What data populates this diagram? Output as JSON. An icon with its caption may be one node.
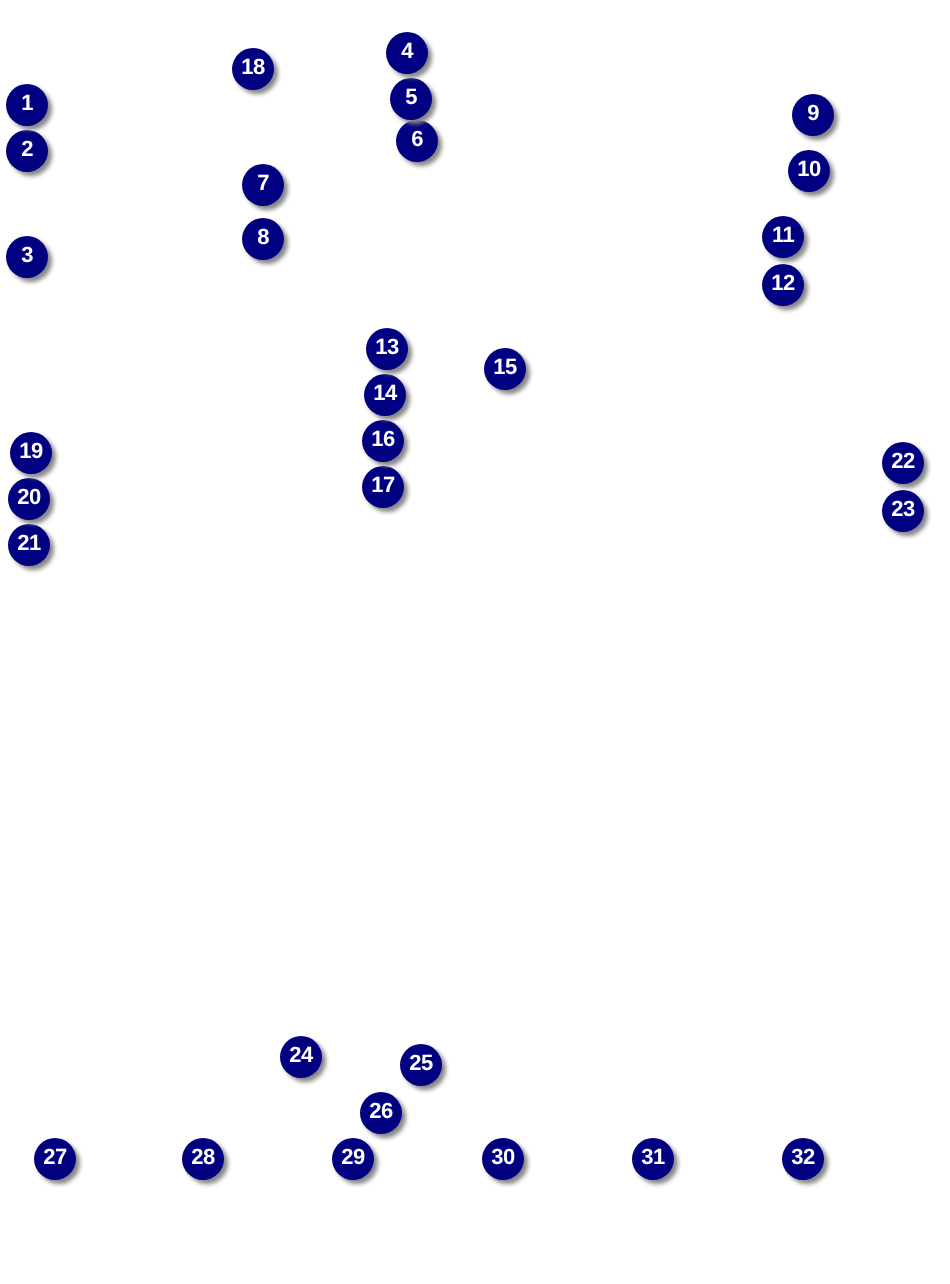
{
  "diagram": {
    "labels": [
      "1",
      "2",
      "3",
      "4",
      "5",
      "6",
      "7",
      "8",
      "9",
      "10",
      "11",
      "12",
      "13",
      "14",
      "15",
      "16",
      "17",
      "18",
      "19",
      "20",
      "21",
      "22",
      "23",
      "24",
      "25",
      "26",
      "27",
      "28",
      "29",
      "30",
      "31",
      "32"
    ]
  }
}
